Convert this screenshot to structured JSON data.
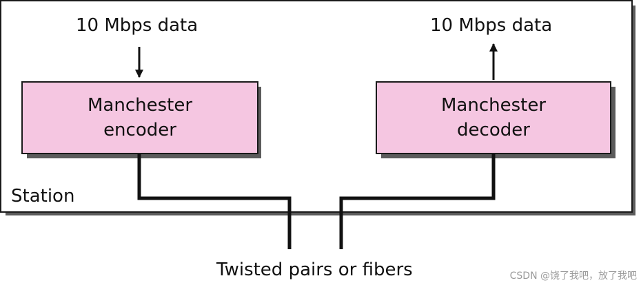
{
  "station": {
    "label": "Station"
  },
  "encoder": {
    "line1": "Manchester",
    "line2": "encoder",
    "fill": "#f5c6e1"
  },
  "decoder": {
    "line1": "Manchester",
    "line2": "decoder",
    "fill": "#f5c6e1"
  },
  "input_data_label": "10 Mbps data",
  "output_data_label": "10 Mbps data",
  "medium_label": "Twisted pairs or fibers",
  "watermark": "CSDN @饶了我吧，放了我吧"
}
